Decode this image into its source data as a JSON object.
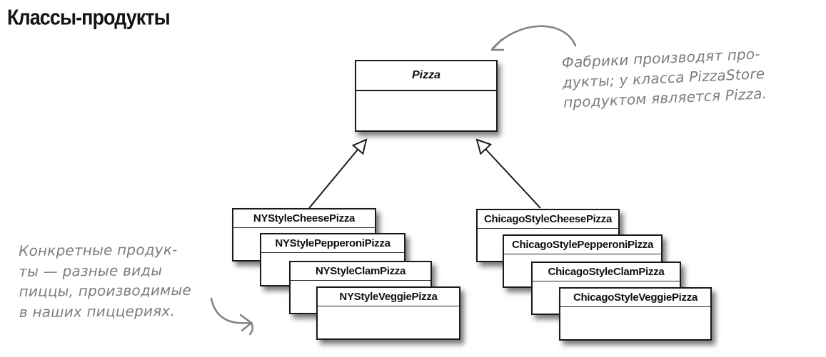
{
  "page": {
    "title": "Классы-продукты",
    "background": "#ffffff"
  },
  "colors": {
    "box_border": "#1a1a1a",
    "box_fill": "#ffffff",
    "class_text": "#111111",
    "annotation_gray": "#7d7d7d"
  },
  "diagram": {
    "parent_class": {
      "name": "Pizza"
    },
    "ny_stack": {
      "items": [
        "NYStyleCheesePizza",
        "NYStylePepperoniPizza",
        "NYStyleClamPizza",
        "NYStyleVeggiePizza"
      ]
    },
    "chicago_stack": {
      "items": [
        "ChicagoStyleCheesePizza",
        "ChicagoStylePepperoniPizza",
        "ChicagoStyleClamPizza",
        "ChicagoStyleVeggiePizza"
      ]
    }
  },
  "annotations": {
    "factory_note": {
      "lines": [
        "Фабрики производят про-",
        "дукты; у класса PizzaStore",
        "продуктом является Pizza."
      ]
    },
    "products_note": {
      "lines": [
        "Конкретные продук-",
        "ты — разные виды",
        "пиццы, производимые",
        "в наших пиццериях."
      ]
    }
  }
}
